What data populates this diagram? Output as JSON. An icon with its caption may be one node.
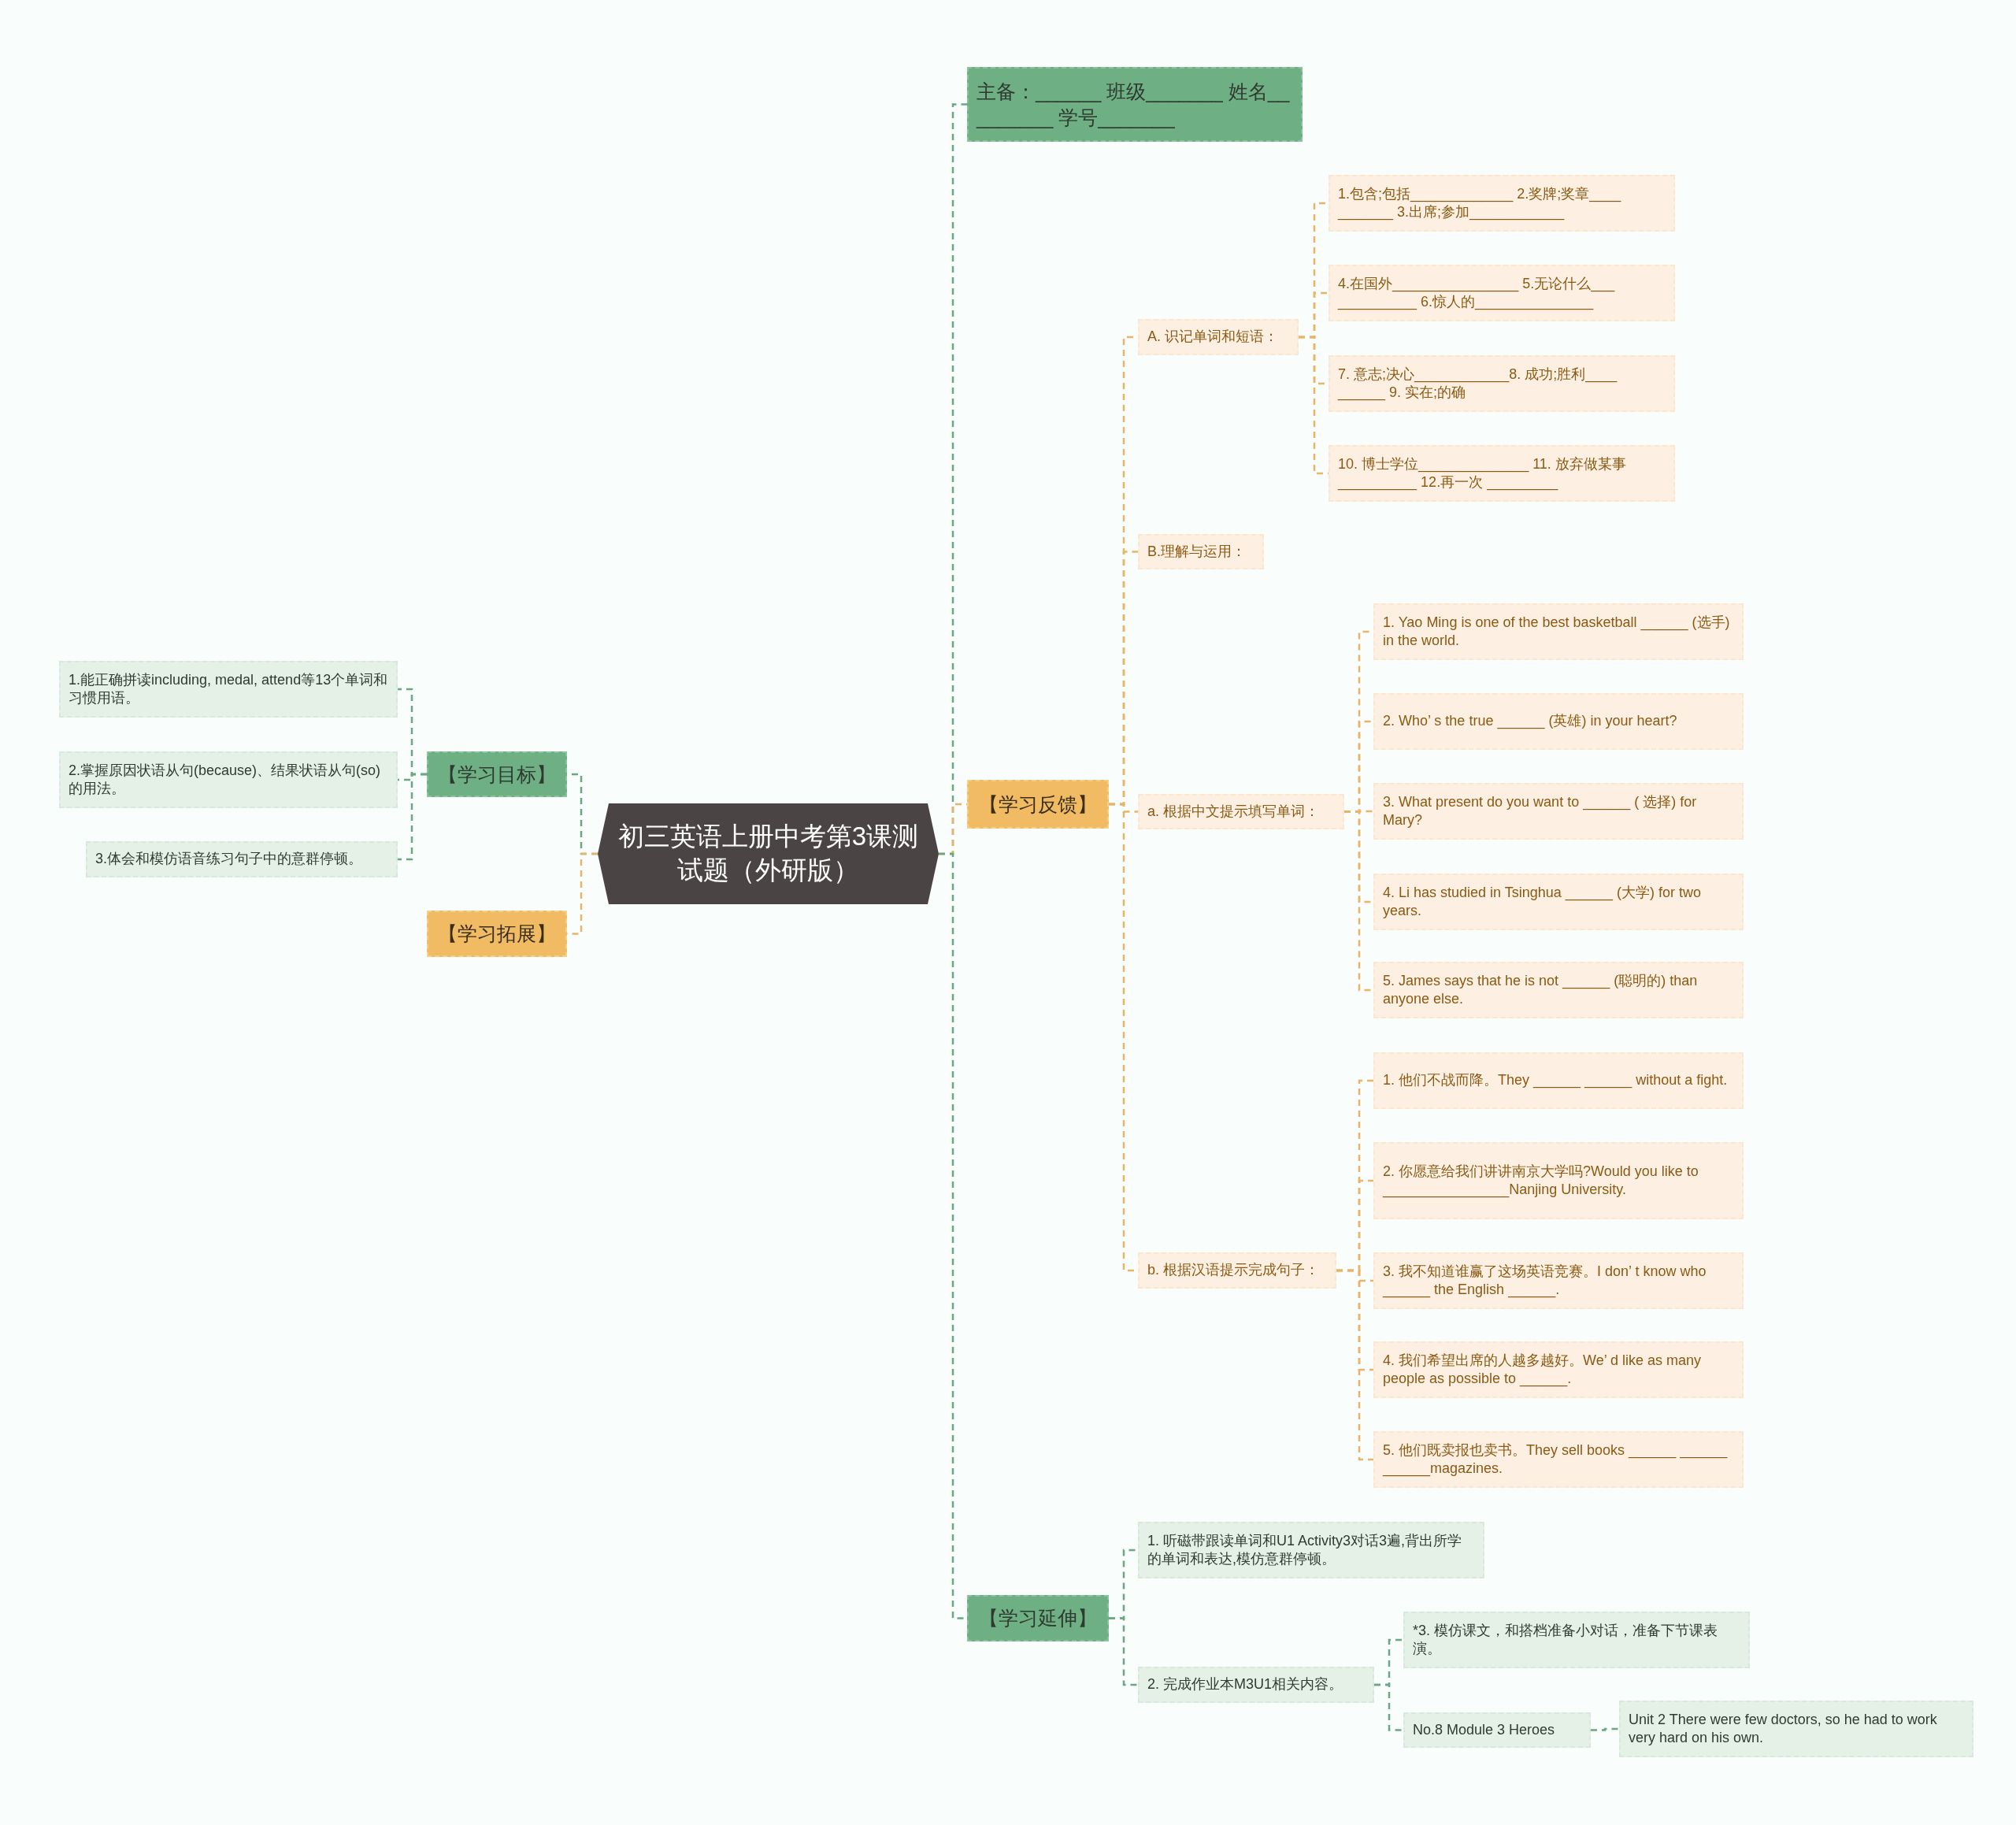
{
  "diagram": {
    "nodes": [
      {
        "text": [
          "初三英语上册中考第3课测试题（外研版）"
        ]
      },
      {
        "text": [
          "主备：______ 班级_______ 姓名__ _______ 学号_______"
        ]
      },
      {
        "text": [
          "A. 识记单词和短语："
        ]
      },
      {
        "text": [
          "1.包含;包括_____________ 2.奖牌;奖章____ _______ 3.出席;参加____________"
        ]
      },
      {
        "text": [
          "4.在国外________________ 5.无论什么___ __________ 6.惊人的_______________"
        ]
      },
      {
        "text": [
          "7. 意志;决心____________8. 成功;胜利____ ______ 9. 实在;的确"
        ]
      },
      {
        "text": [
          "10. 博士学位______________ 11. 放弃做某事__________ 12.再一次 _________"
        ]
      },
      {
        "text": [
          "B.理解与运用："
        ]
      },
      {
        "text": [
          "【学习反馈】"
        ]
      },
      {
        "text": [
          "a. 根据中文提示填写单词："
        ]
      },
      {
        "text": [
          "1. Yao Ming is one of the best basketball ______ (选手) in the world."
        ]
      },
      {
        "text": [
          "2. Who’ s the true ______ (英雄) in your heart?"
        ]
      },
      {
        "text": [
          "3. What present do you want to ______ ( 选择) for Mary?"
        ]
      },
      {
        "text": [
          "4. Li has studied in Tsinghua ______ (大学) for two years."
        ]
      },
      {
        "text": [
          "5. James says that he is not ______ (聪明的) than anyone else."
        ]
      },
      {
        "text": [
          "b. 根据汉语提示完成句子："
        ]
      },
      {
        "text": [
          "1. 他们不战而降。They ______ ______ without a fight."
        ]
      },
      {
        "text": [
          "2. 你愿意给我们讲讲南京大学吗?Would you like to ________________Nanjing University."
        ]
      },
      {
        "text": [
          "3. 我不知道谁赢了这场英语竞赛。I don’ t know who ______ the English ______."
        ]
      },
      {
        "text": [
          "4. 我们希望出席的人越多越好。We’ d like as many people as possible to ______."
        ]
      },
      {
        "text": [
          "5. 他们既卖报也卖书。They sell books ______ ______ ______magazines."
        ]
      },
      {
        "text": [
          "【学习延伸】"
        ]
      },
      {
        "text": [
          "1. 听磁带跟读单词和U1 Activity3对话3遍,背出所学的单词和表达,模仿意群停顿。"
        ]
      },
      {
        "text": [
          "2. 完成作业本M3U1相关内容。"
        ]
      },
      {
        "text": [
          "*3. 模仿课文，和搭档准备小对话，准备下节课表演。"
        ]
      },
      {
        "text": [
          "No.8 Module 3 Heroes"
        ]
      },
      {
        "text": [
          "Unit 2 There were few doctors, so he had to work very hard on his own."
        ]
      },
      {
        "text": [
          "【学习目标】"
        ]
      },
      {
        "text": [
          "【学习拓展】"
        ]
      },
      {
        "text": [
          "1.能正确拼读including, medal, attend等13个单词和习惯用语。"
        ]
      },
      {
        "text": [
          "2.掌握原因状语从句(because)、结果状语从句(so)的用法。"
        ]
      },
      {
        "text": [
          "3.体会和模仿语音练习句子中的意群停顿。"
        ]
      }
    ],
    "edges": [
      {
        "from": 0,
        "to": 1,
        "arrow": "none",
        "style": "dashed",
        "color": "#6aa881"
      },
      {
        "from": 0,
        "to": 8,
        "arrow": "none",
        "style": "dashed"
      },
      {
        "from": 0,
        "to": 21,
        "arrow": "none",
        "style": "dashed",
        "color": "#6aa881"
      },
      {
        "from": 0,
        "to": 27,
        "arrow": "none",
        "style": "dashed",
        "color": "#6aa881"
      },
      {
        "from": 0,
        "to": 28,
        "arrow": "none",
        "style": "dashed"
      },
      {
        "from": 8,
        "to": 2,
        "arrow": "none",
        "style": "dashed"
      },
      {
        "from": 8,
        "to": 7,
        "arrow": "none",
        "style": "dashed"
      },
      {
        "from": 8,
        "to": 9,
        "arrow": "none",
        "style": "dashed"
      },
      {
        "from": 8,
        "to": 15,
        "arrow": "none",
        "style": "dashed"
      },
      {
        "from": 2,
        "to": 3,
        "arrow": "none",
        "style": "dashed"
      },
      {
        "from": 2,
        "to": 4,
        "arrow": "none",
        "style": "dashed"
      },
      {
        "from": 2,
        "to": 5,
        "arrow": "none",
        "style": "dashed"
      },
      {
        "from": 2,
        "to": 6,
        "arrow": "none",
        "style": "dashed"
      },
      {
        "from": 9,
        "to": 10,
        "arrow": "none",
        "style": "dashed"
      },
      {
        "from": 9,
        "to": 11,
        "arrow": "none",
        "style": "dashed"
      },
      {
        "from": 9,
        "to": 12,
        "arrow": "none",
        "style": "dashed"
      },
      {
        "from": 9,
        "to": 13,
        "arrow": "none",
        "style": "dashed"
      },
      {
        "from": 9,
        "to": 14,
        "arrow": "none",
        "style": "dashed"
      },
      {
        "from": 15,
        "to": 16,
        "arrow": "none",
        "style": "dashed"
      },
      {
        "from": 15,
        "to": 17,
        "arrow": "none",
        "style": "dashed"
      },
      {
        "from": 15,
        "to": 18,
        "arrow": "none",
        "style": "dashed"
      },
      {
        "from": 15,
        "to": 19,
        "arrow": "none",
        "style": "dashed"
      },
      {
        "from": 15,
        "to": 20,
        "arrow": "none",
        "style": "dashed"
      },
      {
        "from": 21,
        "to": 22,
        "arrow": "none",
        "style": "dashed",
        "color": "#6aa881"
      },
      {
        "from": 21,
        "to": 23,
        "arrow": "none",
        "style": "dashed",
        "color": "#6aa881"
      },
      {
        "from": 23,
        "to": 24,
        "arrow": "none",
        "style": "dashed",
        "color": "#6aa881"
      },
      {
        "from": 23,
        "to": 25,
        "arrow": "none",
        "style": "dashed",
        "color": "#6aa881"
      },
      {
        "from": 25,
        "to": 26,
        "arrow": "none",
        "style": "dashed",
        "color": "#6aa881"
      },
      {
        "from": 27,
        "to": 29,
        "arrow": "none",
        "style": "dashed",
        "color": "#6aa881"
      },
      {
        "from": 27,
        "to": 30,
        "arrow": "none",
        "style": "dashed",
        "color": "#6aa881"
      },
      {
        "from": 27,
        "to": 31,
        "arrow": "none",
        "style": "dashed",
        "color": "#6aa881"
      }
    ]
  }
}
